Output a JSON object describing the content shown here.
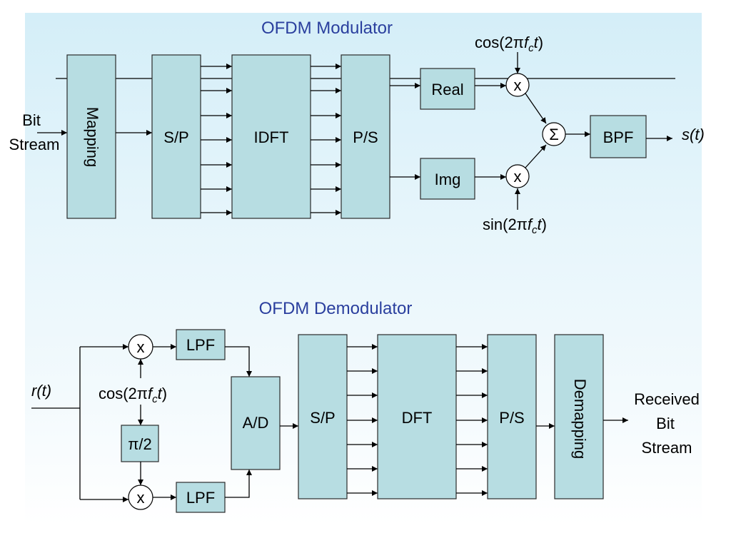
{
  "modulator": {
    "title": "OFDM Modulator",
    "input_label_line1": "Bit",
    "input_label_line2": "Stream",
    "blocks": {
      "mapping": "Mapping",
      "sp": "S/P",
      "idft": "IDFT",
      "ps": "P/S",
      "real": "Real",
      "img": "Img",
      "bpf": "BPF"
    },
    "mixer_symbol": "x",
    "sum_symbol": "Σ",
    "carrier_cos": {
      "prefix": "cos(2π",
      "f": "f",
      "sub": "c",
      "t": "t",
      "close": ")"
    },
    "carrier_sin": {
      "prefix": "sin(2π",
      "f": "f",
      "sub": "c",
      "t": "t",
      "close": ")"
    },
    "output_label": "s(t)"
  },
  "demodulator": {
    "title": "OFDM Demodulator",
    "input_label": "r(t)",
    "blocks": {
      "lpf_top": "LPF",
      "lpf_bottom": "LPF",
      "phase_shift": "π/2",
      "ad": "A/D",
      "sp": "S/P",
      "dft": "DFT",
      "ps": "P/S",
      "demapping": "Demapping"
    },
    "mixer_symbol": "x",
    "carrier_cos": {
      "prefix": "cos(2π",
      "f": "f",
      "sub": "c",
      "t": "t",
      "close": ")"
    },
    "output_line1": "Received",
    "output_line2": "Bit",
    "output_line3": "Stream"
  },
  "colors": {
    "block_fill": "#b7dde2",
    "title_color": "#2a3f9e",
    "background_top": "#d4eef8"
  }
}
